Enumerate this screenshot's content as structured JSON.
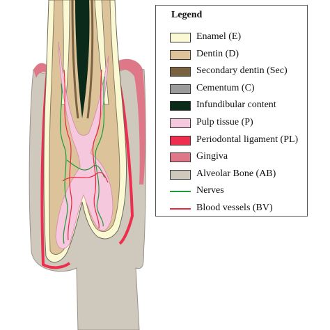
{
  "legend": {
    "title": "Legend",
    "items": [
      {
        "label": "Enamel (E)",
        "color": "#fbf8d4",
        "kind": "box"
      },
      {
        "label": "Dentin (D)",
        "color": "#dcc39a",
        "kind": "box"
      },
      {
        "label": "Secondary dentin (Sec)",
        "color": "#7a6240",
        "kind": "box"
      },
      {
        "label": "Cementum (C)",
        "color": "#9b9b9b",
        "kind": "box"
      },
      {
        "label": "Infundibular content",
        "color": "#0c2a1a",
        "kind": "box"
      },
      {
        "label": "Pulp tissue (P)",
        "color": "#f6c8dd",
        "kind": "box"
      },
      {
        "label": "Periodontal ligament (PL)",
        "color": "#ee2e4e",
        "kind": "box"
      },
      {
        "label": "Gingiva",
        "color": "#de7888",
        "kind": "box"
      },
      {
        "label": "Alveolar Bone (AB)",
        "color": "#cfc8bd",
        "kind": "box"
      },
      {
        "label": "Nerves",
        "color": "#1d9a3a",
        "kind": "line"
      },
      {
        "label": "Blood vessels (BV)",
        "color": "#e8273e",
        "kind": "line"
      }
    ]
  },
  "colors": {
    "enamel": "#fbf8d4",
    "dentin": "#dcc39a",
    "secondary_dentin": "#7a6240",
    "infundibular": "#0c2a1a",
    "pulp": "#f6c8dd",
    "ligament": "#ee2e4e",
    "gingiva": "#de7888",
    "bone": "#cfc8bd",
    "nerve": "#1d9a3a",
    "vessel": "#e8273e"
  }
}
